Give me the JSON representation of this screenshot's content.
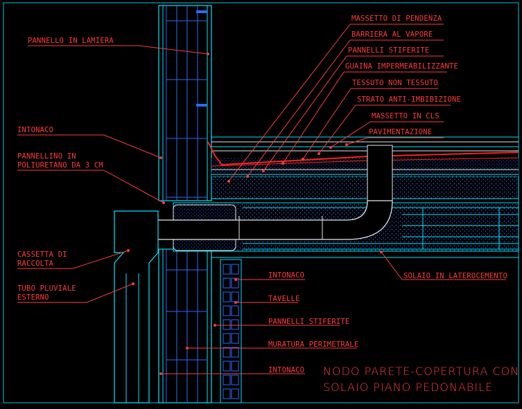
{
  "labels": {
    "pannello_lamiera": "PANNELLO IN LAMIERA",
    "intonaco_top": "INTONACO",
    "pannellino_1": "PANNELLINO IN",
    "pannellino_2": "POLIURETANO DA 3 CM",
    "cassetta_1": "CASSETTA DI",
    "cassetta_2": "RACCOLTA",
    "tubo_1": "TUBO PLUVIALE",
    "tubo_2": "ESTERNO",
    "massetto_pendenza": "MASSETTO DI PENDENZA",
    "barriera_vapore": "BARRIERA AL VAPORE",
    "pannelli_stiferite_top": "PANNELLI STIFERITE",
    "guaina": "GUAINA IMPERMEABILIZZANTE",
    "tessuto": "TESSUTO NON TESSUTO",
    "strato": "STRATO ANTI-IMBIBIZIONE",
    "massetto_cls": "MASSETTO IN CLS",
    "pavimentazione": "PAVIMENTAZIONE",
    "solaio": "SOLAIO IN LATEROCEMENTO",
    "intonaco_r1": "INTONACO",
    "tavelle": "TAVELLE",
    "pannelli_stiferite_low": "PANNELLI STIFERITE",
    "muratura": "MURATURA PERIMETRALE",
    "intonaco_r2": "INTONACO"
  },
  "title": {
    "line1": "NODO PARETE-COPERTURA CON",
    "line2": "SOLAIO PIANO PEDONABILE"
  },
  "colors": {
    "background": "#000000",
    "annotation": "#ff3b3b",
    "structure": "#00e5ff",
    "insulation": "#2a6cff",
    "membrane": "#ff2020",
    "white_line": "#e8e8e8"
  }
}
